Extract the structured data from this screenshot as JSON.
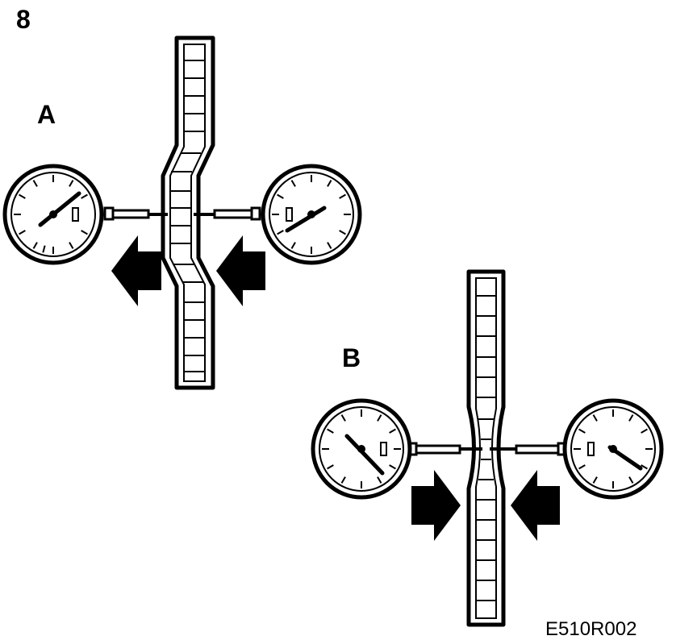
{
  "figure": {
    "number": "8",
    "code": "E510R002"
  },
  "panels": [
    {
      "label": "A"
    },
    {
      "label": "B"
    }
  ]
}
